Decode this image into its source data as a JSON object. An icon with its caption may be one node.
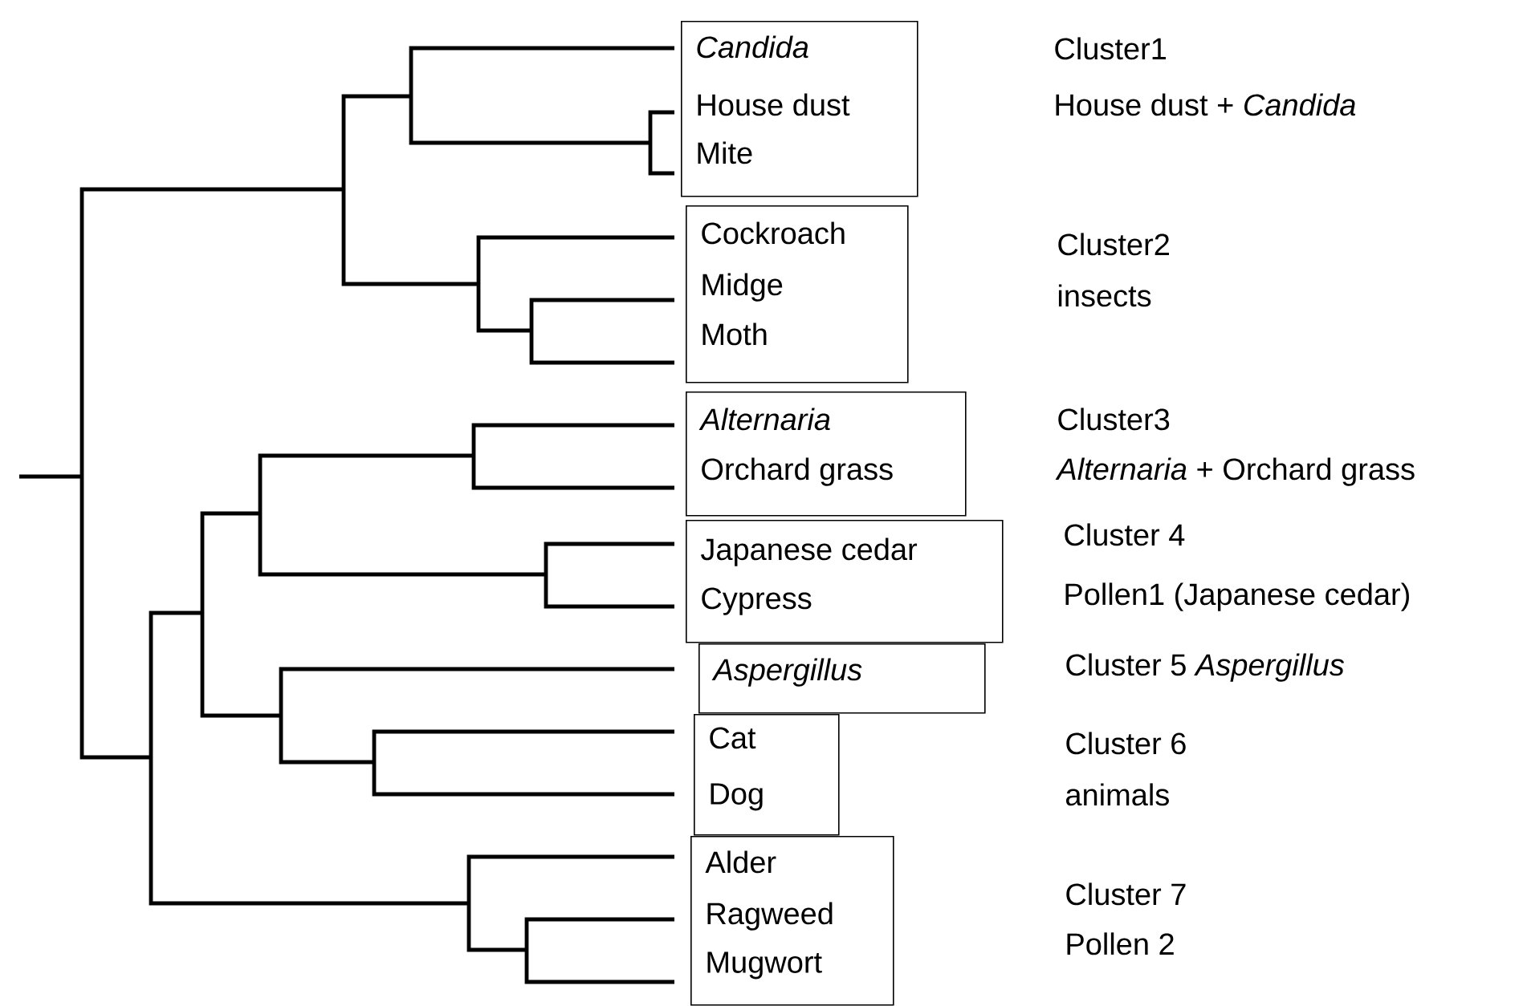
{
  "diagram": {
    "nodes": [
      {
        "text": [
          "Candida",
          "House dust",
          "Mite"
        ],
        "beside": [
          "Cluster1",
          "House dust + *Candida*"
        ]
      },
      {
        "text": [
          "Cockroach",
          "Midge",
          "Moth"
        ],
        "beside": [
          "Cluster2",
          "insects"
        ]
      },
      {
        "text": [
          "Alternaria",
          "Orchard grass"
        ],
        "beside": [
          "Cluster3",
          "*Alternaria* + Orchard grass"
        ]
      },
      {
        "text": [
          "Japanese cedar",
          "Cypress"
        ],
        "beside": [
          "Cluster 4",
          "Pollen1 (Japanese cedar)"
        ]
      },
      {
        "text": [
          "Aspergillus"
        ],
        "beside": [
          "Cluster 5 *Aspergillus*"
        ]
      },
      {
        "text": [
          "Cat",
          "Dog"
        ],
        "beside": [
          "Cluster 6",
          "animals"
        ]
      },
      {
        "text": [
          "Alder",
          "Ragweed",
          "Mugwort"
        ],
        "beside": [
          "Cluster 7",
          "Pollen 2"
        ]
      }
    ]
  }
}
